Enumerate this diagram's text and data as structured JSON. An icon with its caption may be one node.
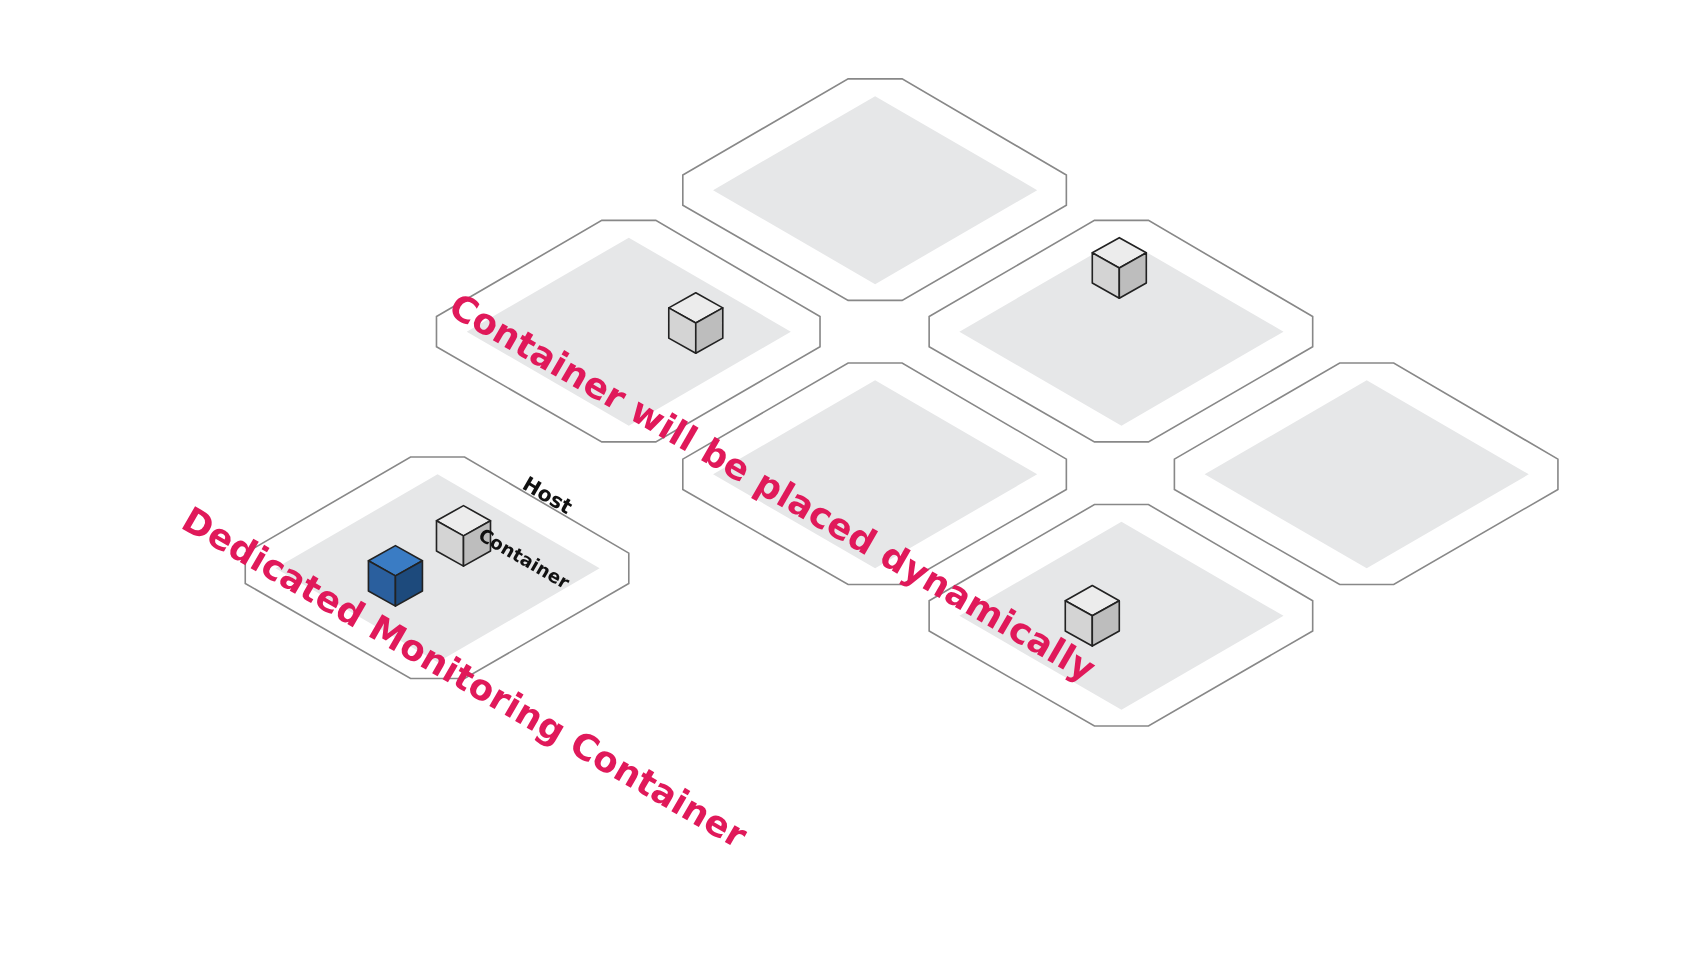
{
  "diagram": {
    "nodes": [
      {
        "text": [
          "Host"
        ]
      },
      {
        "text": [],
        "shape": "cube",
        "in": 0
      },
      {
        "text": [],
        "shape": "cube",
        "in": 0,
        "beside": [
          "Container"
        ]
      },
      {
        "text": [],
        "shape": "octagon"
      },
      {
        "text": [],
        "shape": "octagon"
      },
      {
        "text": [],
        "shape": "cube",
        "in": 4
      },
      {
        "text": [],
        "shape": "octagon"
      },
      {
        "text": [],
        "shape": "cube",
        "in": 6
      },
      {
        "text": [],
        "shape": "octagon"
      },
      {
        "text": [],
        "shape": "octagon"
      },
      {
        "text": [],
        "shape": "octagon"
      },
      {
        "text": [],
        "shape": "cube",
        "in": 10
      }
    ],
    "labels": [
      "Container will be placed dynamically",
      "Dedicated Monitoring Container"
    ]
  }
}
